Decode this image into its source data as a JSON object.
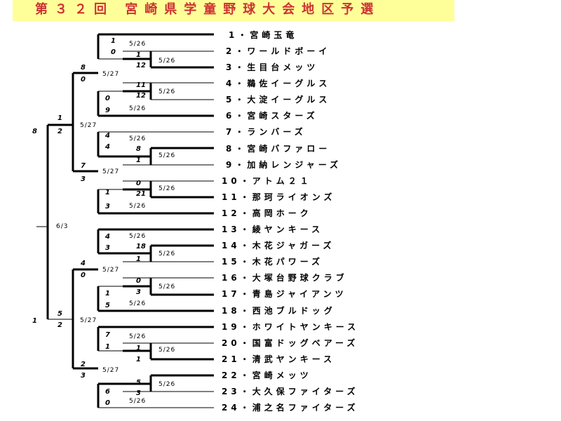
{
  "title": "第３２回 宮崎県学童野球大会地区予選",
  "teams": [
    "1・宮崎玉竜",
    "2・ワールドボーイ",
    "3・生目台メッツ",
    "4・鵜佐イーグルス",
    "5・大淀イーグルス",
    "6・宮崎スターズ",
    "7・ランバーズ",
    "8・宮崎バファロー",
    "9・加納レンジャーズ",
    "10・アトム２１",
    "11・那珂ライオンズ",
    "12・高岡ホーク",
    "13・綾ヤンキース",
    "14・木花ジャガーズ",
    "15・木花パワーズ",
    "16・大塚台野球クラブ",
    "17・青島ジャイアンツ",
    "18・西池ブルドッグ",
    "19・ホワイトヤンキース",
    "20・国富ドッグベアーズ",
    "21・清武ヤンキース",
    "22・宮崎メッツ",
    "23・大久保ファイターズ",
    "24・浦之名ファイターズ"
  ],
  "scores": {
    "r1_2v3": [
      "1",
      "12"
    ],
    "r1_4v5": [
      "11",
      "12"
    ],
    "r1_8v9": [
      "8",
      "1"
    ],
    "r1_10v11": [
      "0",
      "21"
    ],
    "r1_14v15": [
      "18",
      "1"
    ],
    "r1_16v17": [
      "0",
      "3"
    ],
    "r1_20v21": [
      "1",
      "1"
    ],
    "r1_22v23": [
      "5",
      "3"
    ],
    "r2_1vW23": [
      "1",
      "0"
    ],
    "r2_W45v6": [
      "0",
      "9"
    ],
    "r2_7vW89": [
      "4",
      "4"
    ],
    "r2_W1011v12": [
      "1",
      "3"
    ],
    "r2_13vW1415": [
      "4",
      "3"
    ],
    "r2_W1617v18": [
      "1",
      "5"
    ],
    "r2_19vW2021": [
      "7",
      "1"
    ],
    "r2_W2223v24": [
      "6",
      "0"
    ],
    "qf_A": [
      "8",
      "0"
    ],
    "qf_B": [
      "7",
      "3"
    ],
    "qf_C": [
      "4",
      "0"
    ],
    "qf_D": [
      "2",
      "3"
    ],
    "sf_top": [
      "1",
      "2"
    ],
    "sf_bot": [
      "5",
      "2"
    ],
    "final": [
      "8",
      "1"
    ]
  },
  "dates": {
    "r1": "5/26",
    "r2": "5/26",
    "qf": "5/27",
    "sf": "5/27",
    "final": "6/3"
  }
}
